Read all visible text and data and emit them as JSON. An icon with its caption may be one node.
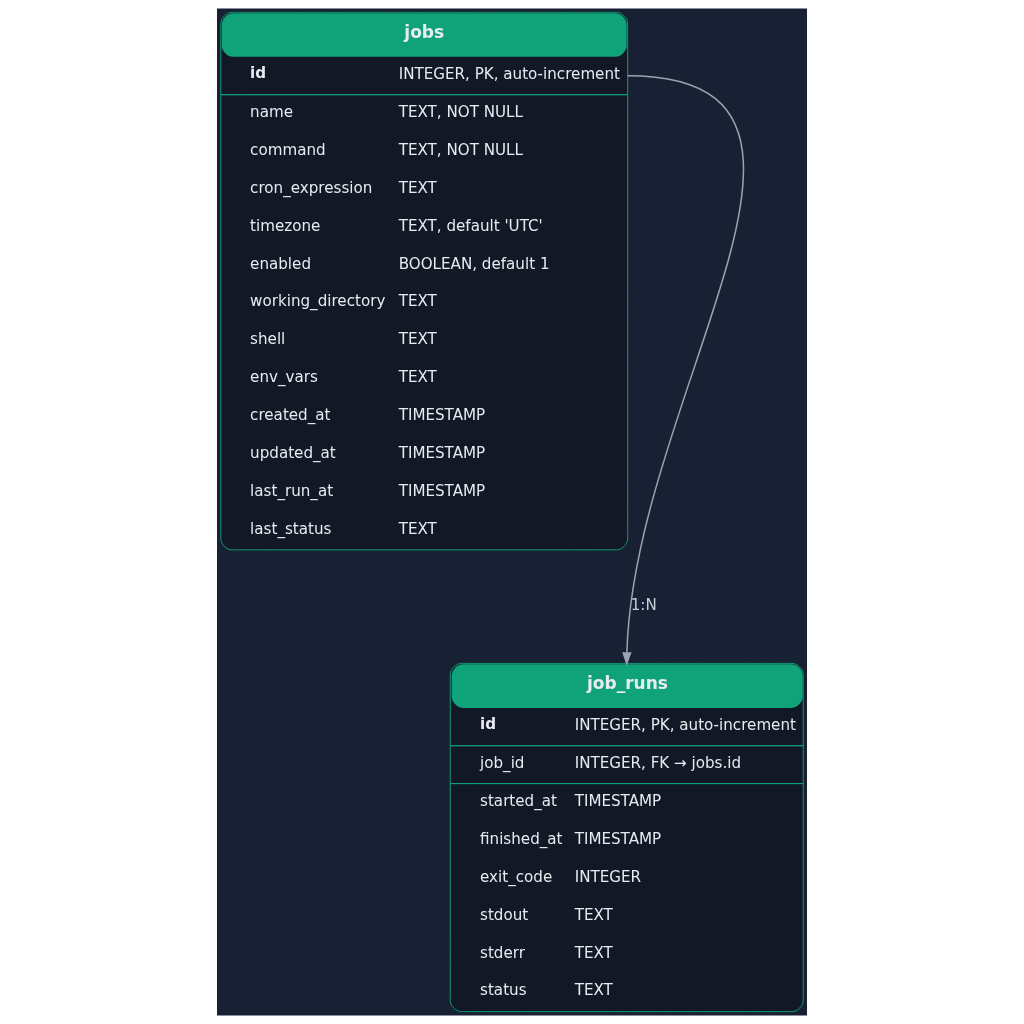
{
  "diagram": {
    "nodes": [
      {
        "text": [
          "jobs",
          "id",
          "INTEGER, PK, auto-increment",
          "name",
          "TEXT, NOT NULL",
          "command",
          "TEXT, NOT NULL",
          "cron_expression",
          "TEXT",
          "timezone",
          "TEXT, default 'UTC'",
          "enabled",
          "BOOLEAN, default 1",
          "working_directory",
          "TEXT",
          "shell",
          "TEXT",
          "env_vars",
          "TEXT",
          "created_at",
          "TIMESTAMP",
          "updated_at",
          "TIMESTAMP",
          "last_run_at",
          "TIMESTAMP",
          "last_status",
          "TEXT"
        ]
      },
      {
        "text": [
          "job_runs",
          "id",
          "INTEGER, PK, auto-increment",
          "job_id",
          "INTEGER, FK → jobs.id",
          "started_at",
          "TIMESTAMP",
          "finished_at",
          "TIMESTAMP",
          "exit_code",
          "INTEGER",
          "stdout",
          "TEXT",
          "stderr",
          "TEXT",
          "status",
          "TEXT"
        ]
      }
    ],
    "edges": [
      {
        "from": 0,
        "to": 1,
        "arrow": "to",
        "label": "1:N"
      }
    ]
  }
}
